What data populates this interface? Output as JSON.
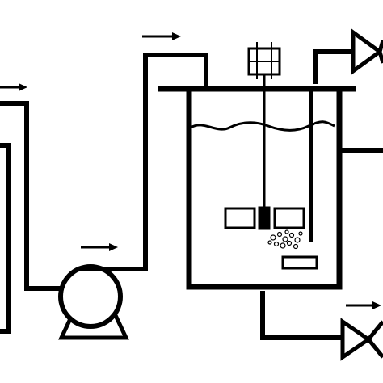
{
  "diagram": {
    "line_color": "#000000",
    "background_color": "#ffffff",
    "fill_color": "#ffffff",
    "components": [
      {
        "id": "left-vessel",
        "kind": "vessel-partial"
      },
      {
        "id": "feed-pump",
        "kind": "centrifugal-pump-icon"
      },
      {
        "id": "reactor-tank",
        "kind": "stirred-tank"
      },
      {
        "id": "stirrer-motor",
        "kind": "motor-icon"
      },
      {
        "id": "impeller",
        "kind": "paddle-impeller"
      },
      {
        "id": "gas-sparger",
        "kind": "sparger"
      },
      {
        "id": "top-valve",
        "kind": "valve-icon"
      },
      {
        "id": "bottom-valve",
        "kind": "valve-icon"
      }
    ],
    "flow_arrows": [
      {
        "id": "arrow-left-outlet",
        "direction": "right"
      },
      {
        "id": "arrow-pump-inlet",
        "direction": "right"
      },
      {
        "id": "arrow-pump-outlet",
        "direction": "right"
      },
      {
        "id": "arrow-gas-feed",
        "direction": "right"
      },
      {
        "id": "arrow-drain",
        "direction": "right"
      }
    ]
  }
}
